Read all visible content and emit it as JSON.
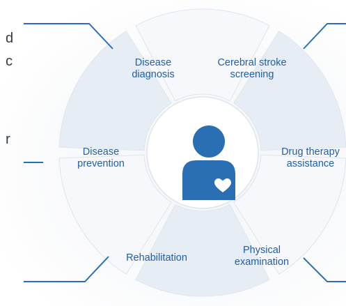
{
  "left_fragments": [
    {
      "id": "frag-1",
      "text": "d"
    },
    {
      "id": "frag-2",
      "text": "c"
    },
    {
      "id": "frag-3",
      "text": "r"
    }
  ],
  "segments": [
    {
      "id": "seg-disease-diagnosis",
      "label": "Disease\ndiagnosis",
      "shade": "light"
    },
    {
      "id": "seg-cerebral-stroke",
      "label": "Cerebral stroke\nscreening",
      "shade": "dark"
    },
    {
      "id": "seg-drug-therapy",
      "label": "Drug therapy\nassistance",
      "shade": "light"
    },
    {
      "id": "seg-physical-exam",
      "label": "Physical\nexamination",
      "shade": "dark"
    },
    {
      "id": "seg-rehabilitation",
      "label": "Rehabilitation",
      "shade": "light"
    },
    {
      "id": "seg-disease-prevention",
      "label": "Disease\nprevention",
      "shade": "dark"
    }
  ],
  "colors": {
    "accent": "#1f5ea8",
    "person": "#2a6eb4",
    "segment_light": "#f6f8fb",
    "segment_dark": "#e6edf5",
    "center": "#ffffff",
    "divider": "#dfe5ed",
    "callout_line": "#2a6eb4"
  },
  "icons": [
    "person-icon",
    "heart-icon"
  ]
}
